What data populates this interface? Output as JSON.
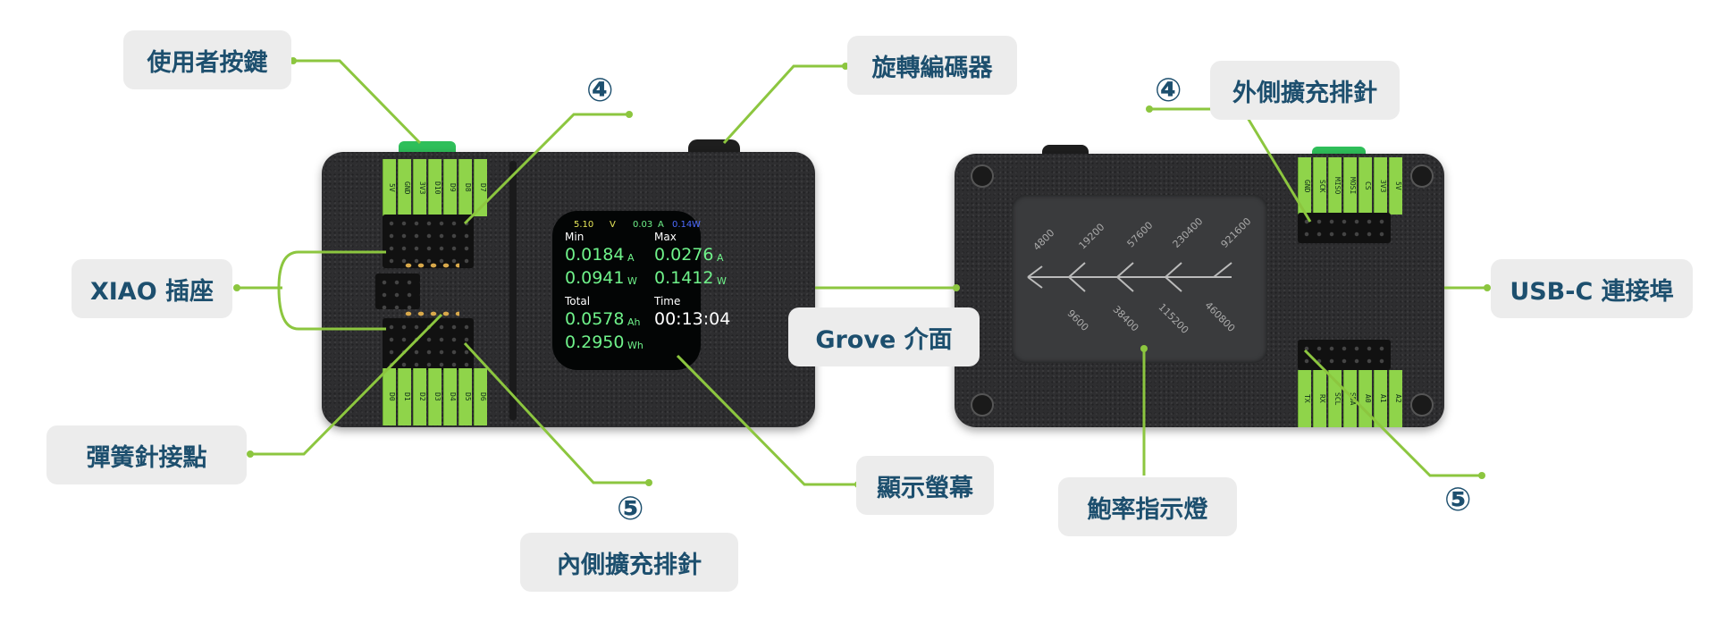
{
  "labels": {
    "user_button": "使用者按鍵",
    "rotary_encoder": "旋轉編碼器",
    "xiao_socket": "XIAO 插座",
    "pogo_pins": "彈簧針接點",
    "inner_headers": "內側擴充排針",
    "display": "顯示螢幕",
    "grove": "Grove 介面",
    "outer_headers": "外側擴充排針",
    "usbc": "USB-C 連接埠",
    "baud_led": "鮑率指示燈"
  },
  "numbers": {
    "n4_front": "④",
    "n5_front": "⑤",
    "n4_back": "④",
    "n5_back": "⑤"
  },
  "screen": {
    "voltage": "5.10",
    "voltage_unit": "V",
    "current": "0.03",
    "current_unit": "A",
    "power": "0.14",
    "power_unit": "W",
    "min_label": "Min",
    "max_label": "Max",
    "min_a": "0.0184",
    "min_a_unit": "A",
    "max_a": "0.0276",
    "max_a_unit": "A",
    "min_w": "0.0941",
    "min_w_unit": "W",
    "max_w": "0.1412",
    "max_w_unit": "W",
    "total_label": "Total",
    "time_label": "Time",
    "total_ah": "0.0578",
    "total_ah_unit": "Ah",
    "time": "00:13:04",
    "total_wh": "0.2950",
    "total_wh_unit": "Wh"
  },
  "baud_rates": {
    "top": [
      "4800",
      "19200",
      "57600",
      "230400",
      "921600"
    ],
    "bottom": [
      "9600",
      "38400",
      "115200",
      "460800"
    ]
  },
  "colors": {
    "label_bg": "#ececec",
    "label_text": "#1d4f6e",
    "leader_line": "#8cc63f",
    "device_body": "#2e2e30",
    "screen_green": "#6ff28a",
    "voltage_yellow": "#e8e85a",
    "power_blue": "#4d6bff",
    "pin_green": "#8fd44a"
  }
}
